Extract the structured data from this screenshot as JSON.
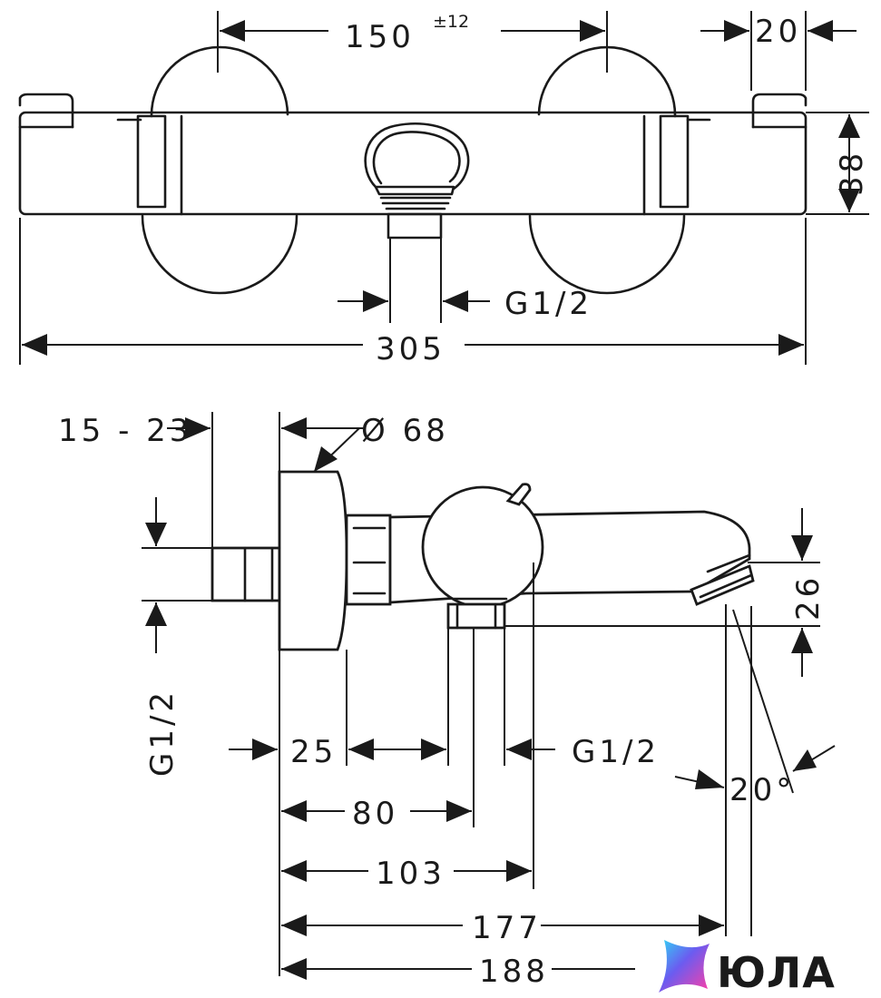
{
  "top_view": {
    "dim_center_spacing": "150",
    "dim_center_tolerance": "±12",
    "dim_cap_width": "20",
    "dim_height": "38",
    "dim_outlet_thread": "G1/2",
    "dim_total_length": "305"
  },
  "side_view": {
    "dim_wall_offset": "15 - 23",
    "dim_rosette_diameter": "Ø 68",
    "dim_inlet_thread": "G1/2",
    "dim_rosette_depth": "25",
    "dim_outlet_thread": "G1/2",
    "dim_spout_height": "26",
    "dim_spout_angle": "20°",
    "dim_80": "80",
    "dim_103": "103",
    "dim_177": "177",
    "dim_188": "188"
  },
  "brand": {
    "logo_text": "ЮЛА",
    "logo_icon": "star-gradient-icon"
  }
}
